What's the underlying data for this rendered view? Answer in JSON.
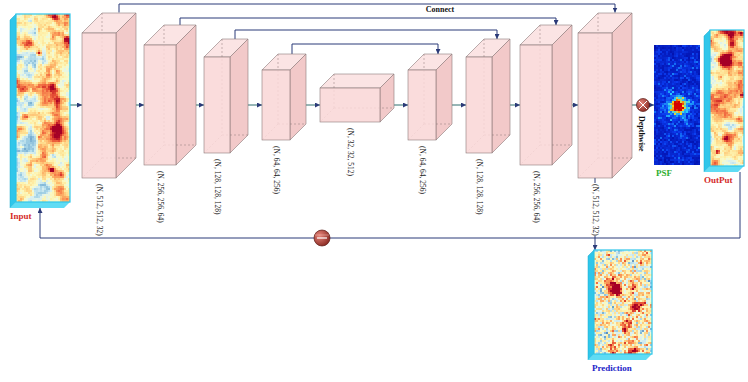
{
  "diagram": {
    "nodes": [
      {
        "text": [
          "Input"
        ]
      },
      {
        "text": [
          "(N, 512, 512, 32)"
        ]
      },
      {
        "text": [
          "(N, 256, 256, 64)"
        ]
      },
      {
        "text": [
          "(N, 128, 128, 128)"
        ]
      },
      {
        "text": [
          "(N, 64, 64, 256)"
        ]
      },
      {
        "text": [
          "(N, 32, 32, 512)"
        ]
      },
      {
        "text": [
          "(N, 64, 64, 256)"
        ]
      },
      {
        "text": [
          "(N, 128, 128, 128)"
        ]
      },
      {
        "text": [
          "(N, 256, 256, 64)"
        ]
      },
      {
        "text": [
          "(N, 512, 512, 32)"
        ]
      },
      {
        "text": [
          "PSF"
        ]
      },
      {
        "text": [
          "OutPut"
        ]
      },
      {
        "text": [
          "Prediction"
        ]
      }
    ],
    "edges": [
      {
        "from": 0,
        "to": 1,
        "arrow": "to"
      },
      {
        "from": 1,
        "to": 2,
        "arrow": "to"
      },
      {
        "from": 2,
        "to": 3,
        "arrow": "to"
      },
      {
        "from": 3,
        "to": 4,
        "arrow": "to"
      },
      {
        "from": 4,
        "to": 5,
        "arrow": "to"
      },
      {
        "from": 5,
        "to": 6,
        "arrow": "to"
      },
      {
        "from": 6,
        "to": 7,
        "arrow": "to"
      },
      {
        "from": 7,
        "to": 8,
        "arrow": "to"
      },
      {
        "from": 8,
        "to": 9,
        "arrow": "to"
      },
      {
        "from": 1,
        "to": 9,
        "label": "Connect",
        "arrow": "to"
      },
      {
        "from": 2,
        "to": 8,
        "arrow": "to"
      },
      {
        "from": 3,
        "to": 7,
        "arrow": "to"
      },
      {
        "from": 4,
        "to": 6,
        "arrow": "to"
      },
      {
        "from": 9,
        "to": 10,
        "arrow": "to"
      },
      {
        "from": 9,
        "to": 12,
        "arrow": "to"
      },
      {
        "from": 11,
        "to": 0,
        "arrow": "to"
      }
    ],
    "labels": [
      "Depthwise"
    ]
  }
}
